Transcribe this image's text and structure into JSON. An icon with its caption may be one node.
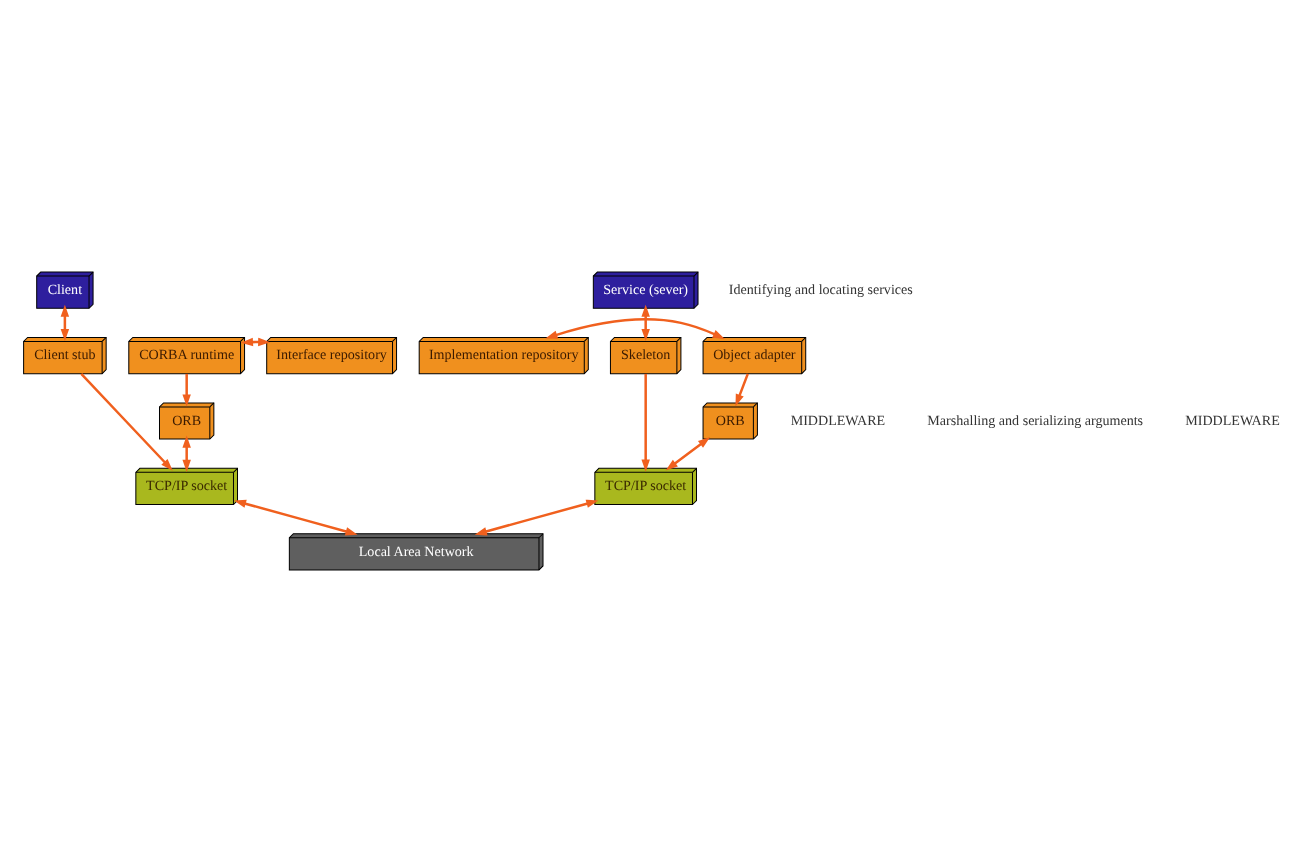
{
  "diagram": {
    "nodes": [
      {
        "text": [
          "Client"
        ]
      },
      {
        "text": [
          "Service (sever)"
        ]
      },
      {
        "text": [
          "Client stub"
        ]
      },
      {
        "text": [
          "CORBA runtime"
        ]
      },
      {
        "text": [
          "Interface repository"
        ]
      },
      {
        "text": [
          "Implementation repository"
        ]
      },
      {
        "text": [
          "Skeleton"
        ]
      },
      {
        "text": [
          "Object adapter"
        ]
      },
      {
        "text": [
          "ORB"
        ]
      },
      {
        "text": [
          "ORB"
        ]
      },
      {
        "text": [
          "TCP/IP socket"
        ]
      },
      {
        "text": [
          "TCP/IP socket"
        ]
      },
      {
        "text": [
          "Local Area Network"
        ]
      }
    ],
    "edges": [
      {
        "from": 0,
        "to": 2,
        "arrow": "both"
      },
      {
        "from": 3,
        "to": 4,
        "arrow": "both"
      },
      {
        "from": 3,
        "to": 8,
        "arrow": "to"
      },
      {
        "from": 2,
        "to": 10,
        "arrow": "to"
      },
      {
        "from": 8,
        "to": 10,
        "arrow": "both"
      },
      {
        "from": 10,
        "to": 12,
        "arrow": "both"
      },
      {
        "from": 1,
        "to": 6,
        "arrow": "both"
      },
      {
        "from": 5,
        "to": 7,
        "arrow": "both"
      },
      {
        "from": 7,
        "to": 9,
        "arrow": "to"
      },
      {
        "from": 6,
        "to": 11,
        "arrow": "to"
      },
      {
        "from": 9,
        "to": 11,
        "arrow": "both"
      },
      {
        "from": 11,
        "to": 12,
        "arrow": "both"
      }
    ],
    "labels": [
      "Identifying and locating services",
      "MIDDLEWARE",
      "Marshalling and serializing arguments",
      "MIDDLEWARE"
    ]
  }
}
